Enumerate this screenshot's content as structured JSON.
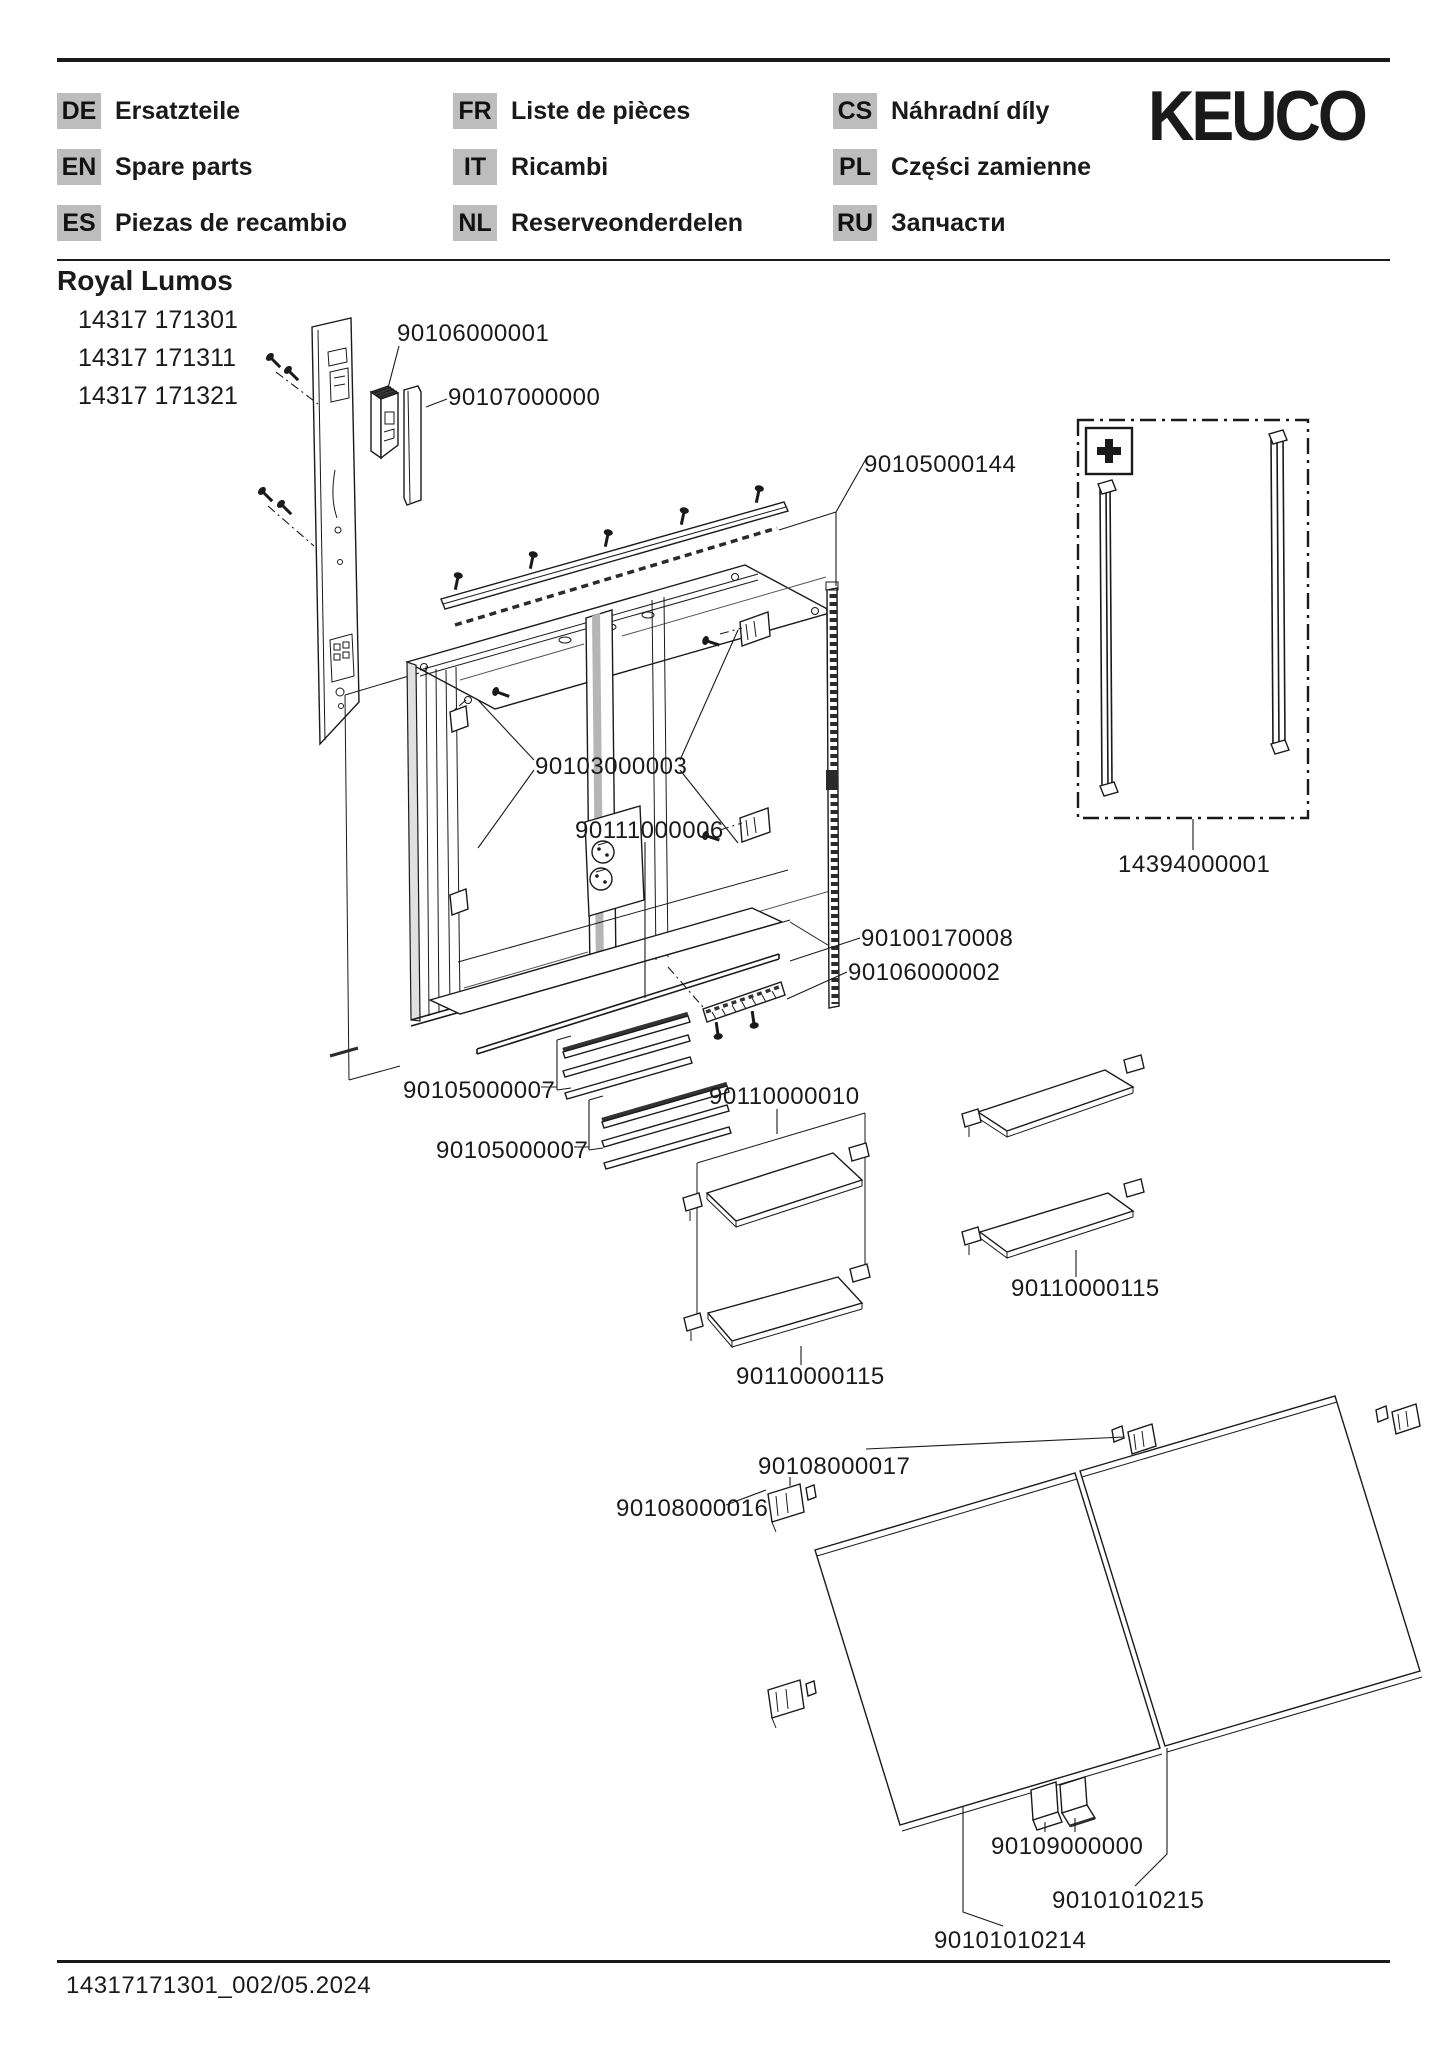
{
  "header": {
    "brand": "KEUCO",
    "languages": [
      {
        "code": "DE",
        "label": "Ersatzteile"
      },
      {
        "code": "EN",
        "label": "Spare parts"
      },
      {
        "code": "ES",
        "label": "Piezas de recambio"
      },
      {
        "code": "FR",
        "label": "Liste de pièces"
      },
      {
        "code": "IT",
        "label": "Ricambi"
      },
      {
        "code": "NL",
        "label": "Reserveonderdelen"
      },
      {
        "code": "CS",
        "label": "Náhradní díly"
      },
      {
        "code": "PL",
        "label": "Części zamienne"
      },
      {
        "code": "RU",
        "label": "Запчасти"
      }
    ]
  },
  "product": {
    "name": "Royal Lumos",
    "models": [
      "14317 171301",
      "14317 171311",
      "14317 171321"
    ]
  },
  "diagram": {
    "plus_symbol": "+",
    "part_labels": [
      {
        "text": "90106000001"
      },
      {
        "text": "90107000000"
      },
      {
        "text": "90105000144"
      },
      {
        "text": "90103000003"
      },
      {
        "text": "90111000006"
      },
      {
        "text": "90100170008"
      },
      {
        "text": "90106000002"
      },
      {
        "text": "90105000007"
      },
      {
        "text": "90110000010"
      },
      {
        "text": "90105000007"
      },
      {
        "text": "90110000115"
      },
      {
        "text": "90110000115"
      },
      {
        "text": "90108000017"
      },
      {
        "text": "90108000016"
      },
      {
        "text": "90109000000"
      },
      {
        "text": "90101010215"
      },
      {
        "text": "90101010214"
      },
      {
        "text": "14394000001"
      }
    ]
  },
  "footer": {
    "doc_ref": "14317171301_002/05.2024"
  }
}
